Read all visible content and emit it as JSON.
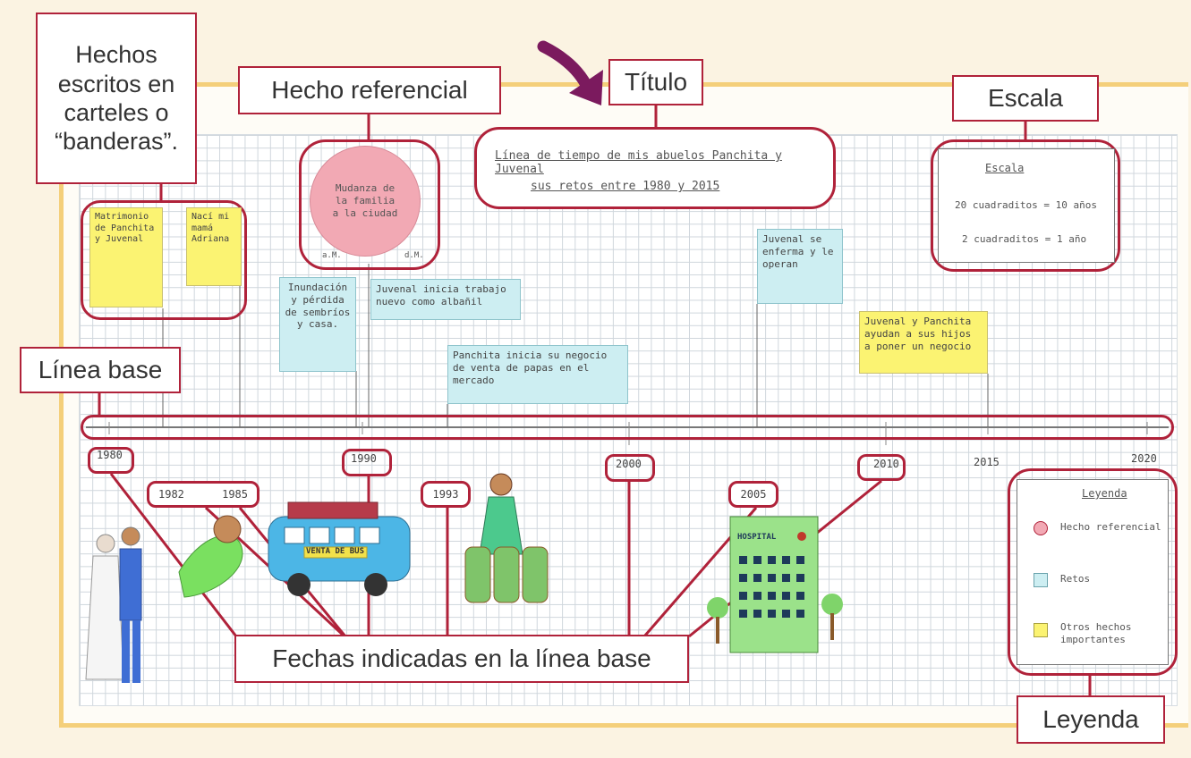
{
  "callouts": {
    "hechos_escritos": "Hechos escritos en carteles o “banderas”.",
    "hecho_referencial": "Hecho referencial",
    "titulo": "Título",
    "escala": "Escala",
    "linea_base": "Línea base",
    "fechas_indicadas": "Fechas indicadas en la línea base",
    "leyenda": "Leyenda"
  },
  "title_card": {
    "line1": "Línea de tiempo de mis abuelos Panchita y Juvenal",
    "line2": "sus retos entre 1980 y 2015"
  },
  "scale_card": {
    "heading": "Escala",
    "row1": "20 cuadraditos = 10 años",
    "row2": "2 cuadraditos = 1 año"
  },
  "legend_card": {
    "heading": "Leyenda",
    "items": [
      {
        "label": "Hecho referencial",
        "color": "#f2a9b4"
      },
      {
        "label": "Retos",
        "color": "#cdeef2"
      },
      {
        "label": "Otros hechos importantes",
        "color": "#fbf372"
      }
    ]
  },
  "events": {
    "matrimonio": "Matrimonio de Panchita y Juvenal",
    "naci": "Nací mi mamá Adriana",
    "mudanza": "Mudanza de la familia a la ciudad",
    "mudanza_am": "a.M.",
    "mudanza_dm": "d.M.",
    "inundacion": "Inundación y pérdida de sembríos y casa.",
    "juvenal_trabajo": "Juvenal inicia trabajo nuevo como albañil",
    "panchita_negocio": "Panchita inicia su negocio de venta de papas en el mercado",
    "juvenal_enferma": "Juvenal se enferma y le operan",
    "ayudan_hijos": "Juvenal y Panchita ayudan a sus hijos a poner un negocio"
  },
  "timeline": {
    "ticks": [
      "1980",
      "1990",
      "2000",
      "2010",
      "2015",
      "2020"
    ],
    "markers": [
      "1982",
      "1985",
      "1993",
      "2005"
    ]
  },
  "drawings": {
    "hospital_sign": "HOSPITAL",
    "bus_sign": "VENTA DE BUS"
  },
  "colors": {
    "accent": "#b0223a",
    "arrow": "#7b1a5e",
    "frame": "#f4cf7a"
  }
}
